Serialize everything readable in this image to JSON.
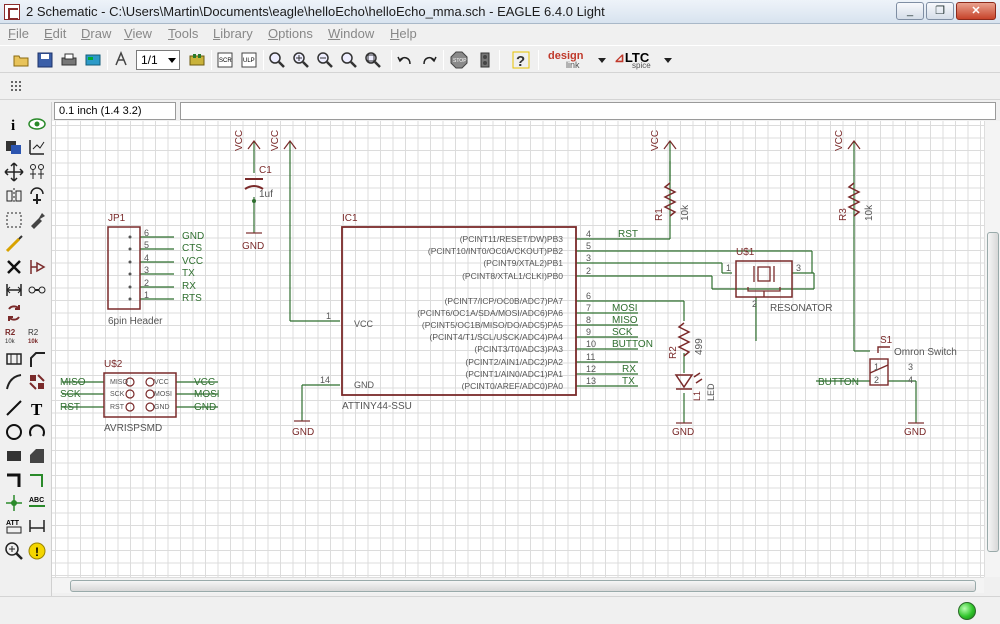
{
  "window": {
    "title": "2 Schematic - C:\\Users\\Martin\\Documents\\eagle\\helloEcho\\helloEcho_mma.sch - EAGLE 6.4.0 Light",
    "minimize_label": "_",
    "maximize_label": "❐",
    "close_label": "✕"
  },
  "menu": {
    "items": [
      "File",
      "Edit",
      "Draw",
      "View",
      "Tools",
      "Library",
      "Options",
      "Window",
      "Help"
    ]
  },
  "toolbar": {
    "sheet_value": "1/1",
    "designlink_label": "design",
    "designlink_sub": "link",
    "ltc_label": "LTC",
    "ltc_sub": "spice"
  },
  "coord": {
    "grid_readout": "0.1 inch (1.4 3.2)",
    "command_value": ""
  },
  "colors": {
    "wire": "#2f6f2f",
    "part": "#7a2a2a",
    "text": "#7a2a2a",
    "pin_text": "#555555",
    "net_text": "#2f6f2f",
    "status_ok": "#2fc42a"
  },
  "schematic": {
    "supply_vcc": "VCC",
    "supply_gnd": "GND",
    "c1_name": "C1",
    "c1_value": "1uf",
    "jp1_name": "JP1",
    "jp1_value": "6pin Header",
    "jp1_pins": [
      {
        "num": "6",
        "net": "GND"
      },
      {
        "num": "5",
        "net": "CTS"
      },
      {
        "num": "4",
        "net": "VCC"
      },
      {
        "num": "3",
        "net": "TX"
      },
      {
        "num": "2",
        "net": "RX"
      },
      {
        "num": "1",
        "net": "RTS"
      }
    ],
    "u2_name": "U$2",
    "u2_value": "AVRISPSMD",
    "u2_left_nets": [
      "MISO",
      "SCK",
      "RST"
    ],
    "u2_right_nets": [
      "VCC",
      "MOSI",
      "GND"
    ],
    "u2_pin_left": [
      "MISO",
      "SCK",
      "RST"
    ],
    "u2_pin_right": [
      "VCC",
      "MOSI",
      "GND"
    ],
    "ic1_name": "IC1",
    "ic1_value": "ATTINY44-SSU",
    "ic1_vcc_label": "VCC",
    "ic1_gnd_label": "GND",
    "ic1_vcc_pin": "1",
    "ic1_gnd_pin": "14",
    "ic1_pins": [
      {
        "num": "4",
        "name": "(PCINT11/RESET/DW)PB3",
        "net": "RST"
      },
      {
        "num": "5",
        "name": "(PCINT10/INT0/OC0A/CKOUT)PB2",
        "net": ""
      },
      {
        "num": "3",
        "name": "(PCINT9/XTAL2)PB1",
        "net": ""
      },
      {
        "num": "2",
        "name": "(PCINT8/XTAL1/CLKI)PB0",
        "net": ""
      },
      {
        "num": "6",
        "name": "(PCINT7/ICP/OC0B/ADC7)PA7",
        "net": ""
      },
      {
        "num": "7",
        "name": "(PCINT6/OC1A/SDA/MOSI/ADC6)PA6",
        "net": "MOSI"
      },
      {
        "num": "8",
        "name": "(PCINT5/OC1B/MISO/DO/ADC5)PA5",
        "net": "MISO"
      },
      {
        "num": "9",
        "name": "(PCINT4/T1/SCL/USCK/ADC4)PA4",
        "net": "SCK"
      },
      {
        "num": "10",
        "name": "(PCINT3/T0/ADC3)PA3",
        "net": "BUTTON"
      },
      {
        "num": "11",
        "name": "(PCINT2/AIN1/ADC2)PA2",
        "net": ""
      },
      {
        "num": "12",
        "name": "(PCINT1/AIN0/ADC1)PA1",
        "net": "RX"
      },
      {
        "num": "13",
        "name": "(PCINT0/AREF/ADC0)PA0",
        "net": "TX"
      }
    ],
    "r1_name": "R1",
    "r1_value": "10k",
    "r2_name": "R2",
    "r2_value": "499",
    "r3_name": "R3",
    "r3_value": "10k",
    "led_name": "L1",
    "led_value": "LED",
    "u1_name": "U$1",
    "u1_value": "RESONATOR",
    "u1_pins": [
      "1",
      "2",
      "3"
    ],
    "s1_name": "S1",
    "s1_value": "Omron Switch",
    "s1_pins": [
      "1",
      "2",
      "3",
      "4"
    ],
    "s1_net": "BUTTON"
  }
}
